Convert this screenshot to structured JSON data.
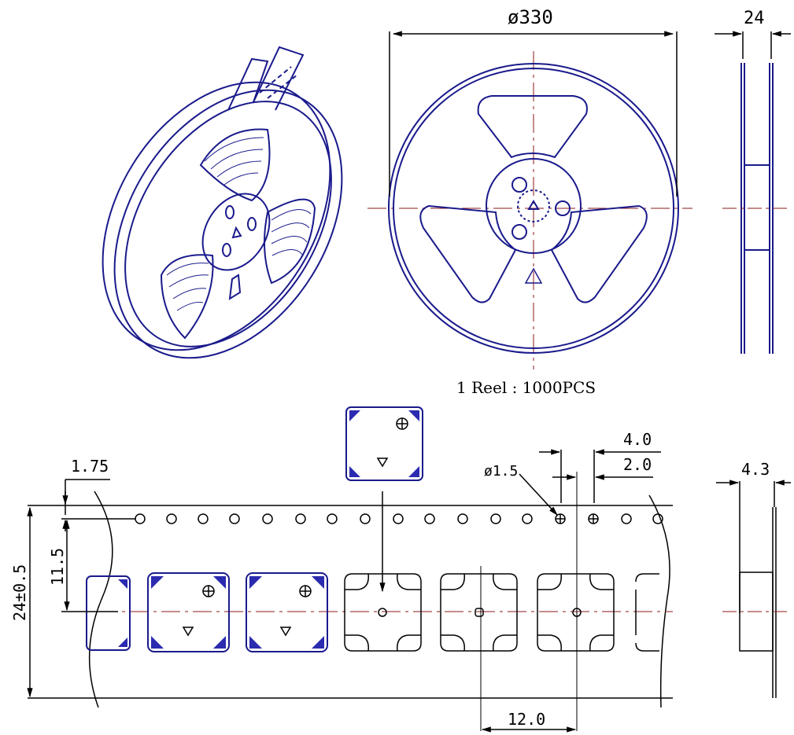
{
  "dimensions": {
    "reel_diameter": "ø330",
    "reel_width": "24",
    "tape_edge_to_hole": "1.75",
    "hole_pitch": "4.0",
    "hole_to_pocket": "2.0",
    "hole_diameter": "ø1.5",
    "hole_line_to_pocket_center": "11.5",
    "tape_width": "24±0.5",
    "pocket_pitch": "12.0",
    "tape_thickness": "4.3"
  },
  "reel_caption": "1 Reel : 1000PCS",
  "colors": {
    "outline": "#1a1a8c",
    "centerline": "#8b1a1a",
    "dimension": "#000000",
    "pad_fill": "#2b2bb0"
  }
}
